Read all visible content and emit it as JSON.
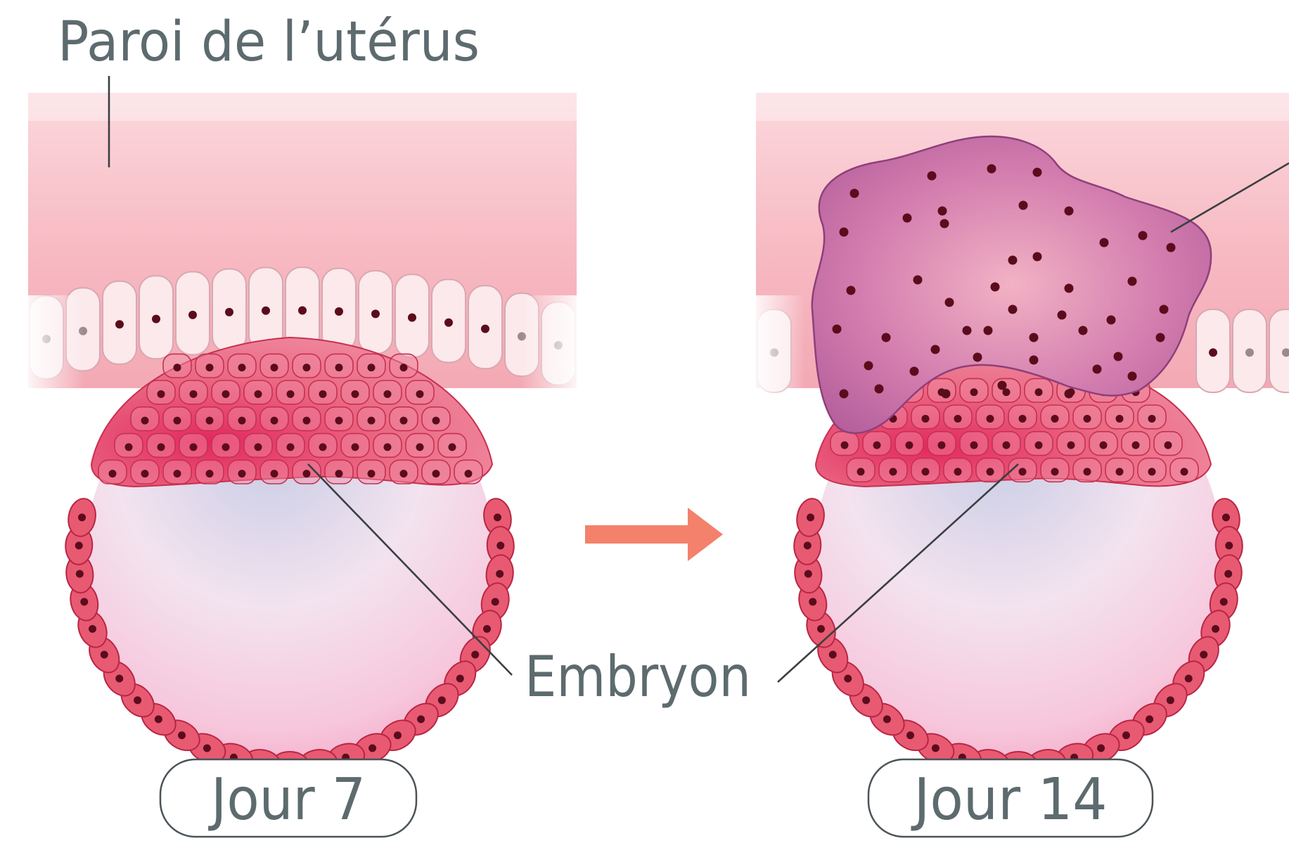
{
  "labels": {
    "uterus_wall": "Paroi de l’utérus",
    "embryo": "Embryon",
    "day7": "Jour 7",
    "day14": "Jour 14"
  },
  "icons": {
    "progress_arrow": "right-arrow"
  },
  "colors": {
    "uterus_tissue": "#f6b7c0",
    "epithelium_cell": "#fbe9ec",
    "embryo_cell": "#e85a72",
    "embryo_cell_dark": "#d8304f",
    "nucleus": "#5b0c1c",
    "placenta_tissue": "#bd6aa2",
    "arrow": "#f27a63",
    "label_text": "#5d6b6f"
  }
}
